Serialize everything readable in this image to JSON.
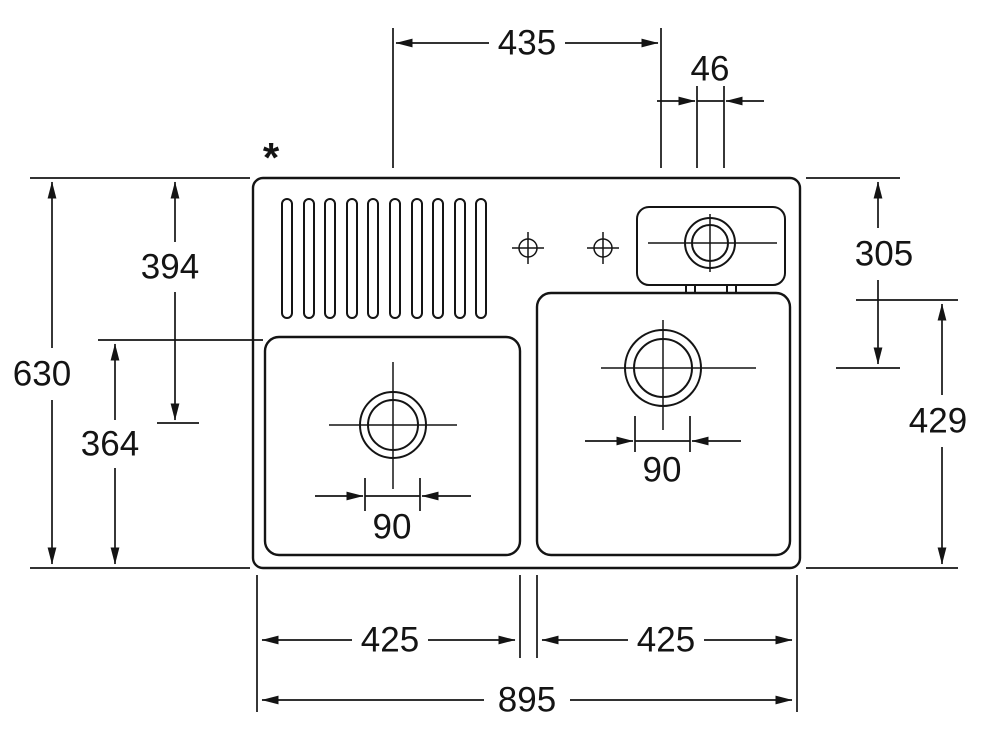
{
  "drawing": {
    "subject": "Double-bowl kitchen sink with drainboard - dimensioned plan view",
    "asterisk_note": "*",
    "dims": {
      "top_span": "435",
      "tap_hole": "46",
      "overall_depth": "630",
      "rim_to_left_drain": "394",
      "left_bowl_depth": "364",
      "rim_to_right_drain": "305",
      "right_bowl_depth": "429",
      "left_drain_dia": "90",
      "right_drain_dia": "90",
      "left_bowl_width": "425",
      "right_bowl_width": "425",
      "overall_width": "895"
    }
  }
}
